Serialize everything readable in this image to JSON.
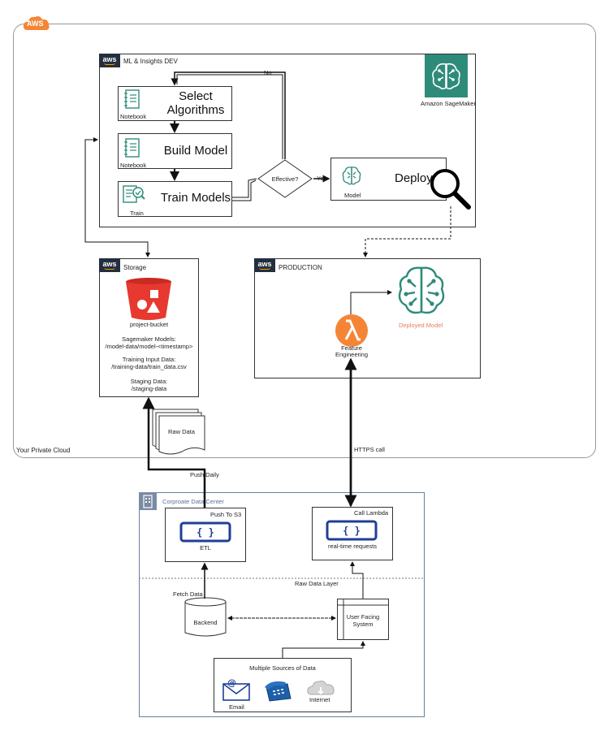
{
  "cloud": {
    "badge": "AWS",
    "label": "Your Private  Cloud"
  },
  "dev": {
    "title": "ML & Insights DEV",
    "sagemaker_label": "Amazon SageMaker",
    "steps": [
      {
        "label": "Select Algorithms",
        "line1": "Select",
        "line2": "Algorithms",
        "icon_label": "Notebook"
      },
      {
        "label": "Build Model",
        "icon_label": "Notebook"
      },
      {
        "label": "Train Models",
        "icon_label": "Train"
      }
    ],
    "decision": "Effective?",
    "yes": "Yes",
    "no": "No",
    "deploy": {
      "label": "Deploy",
      "icon_label": "Model"
    }
  },
  "storage": {
    "title": "Storage",
    "bucket": "project-bucket",
    "lines": [
      "Sagemaker Models:",
      "/model-data/model-<timestamp>",
      "Training Input Data:",
      "/training-data/train_data.csv",
      "Staging Data:",
      "/staging-data"
    ]
  },
  "production": {
    "title": "PRODUCTION",
    "deployed_model": "Deployed Model",
    "lambda_line1": "Feature",
    "lambda_line2": "Engineering"
  },
  "raw_data": "Raw Data",
  "push_daily": "Push Daily",
  "https_call": "HTTPS call",
  "datacenter": {
    "title": "Corproate Data Center",
    "etl": {
      "header": "Push To S3",
      "label": "ETL"
    },
    "lambda_box": {
      "header": "Call Lambda",
      "label": "real-time requests"
    },
    "raw_layer": "Raw Data Layer",
    "fetch": "Fetch Data",
    "backend": "Backend",
    "user_system_line1": "User Facing",
    "user_system_line2": "System",
    "sources": {
      "title": "Multiple Sources of Data",
      "email": "Email",
      "internet": "Internet"
    }
  },
  "colors": {
    "aws_orange": "#f58536",
    "sagemaker": "#2e8b7a",
    "bucket_red": "#e7392f",
    "lambda_orange": "#f58536",
    "etl_blue": "#1f3f96",
    "deployed_text": "#e67e5a"
  }
}
